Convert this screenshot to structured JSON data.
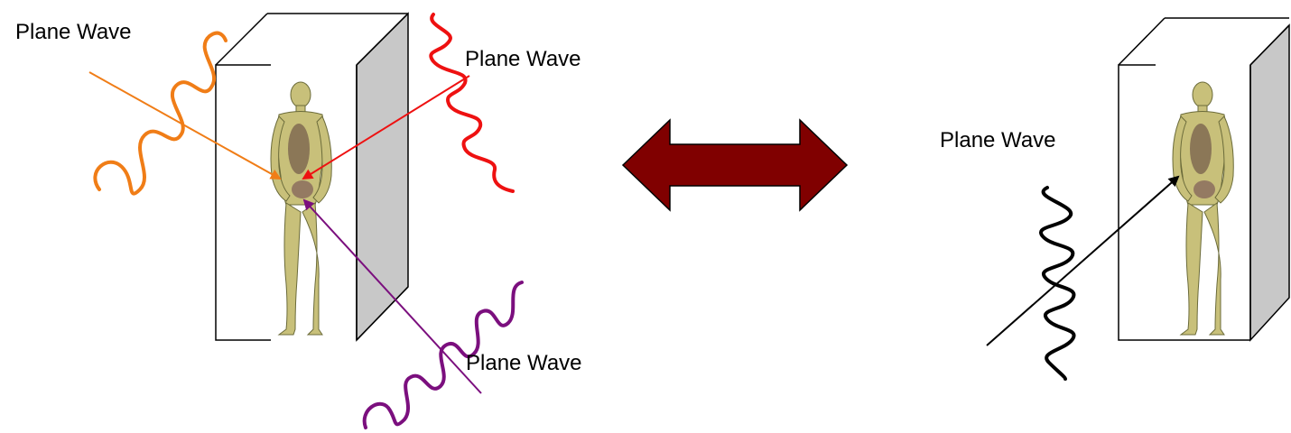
{
  "labels": {
    "left_top_left": "Plane Wave",
    "left_top_right": "Plane Wave",
    "left_bottom": "Plane Wave",
    "right_wave": "Plane Wave"
  },
  "colors": {
    "orange_wave": "#f07d17",
    "red_wave": "#ee1111",
    "purple_wave": "#7b0f7e",
    "black_wave": "#000000",
    "double_arrow_fill": "#800000",
    "box_side_fill": "#c8c8c8",
    "body_fill": "#c8c07a",
    "body_stroke": "#6b6b3a"
  },
  "icons": {
    "double_arrow": "double-headed-arrow-icon",
    "human_figure": "human-body-model-icon"
  }
}
